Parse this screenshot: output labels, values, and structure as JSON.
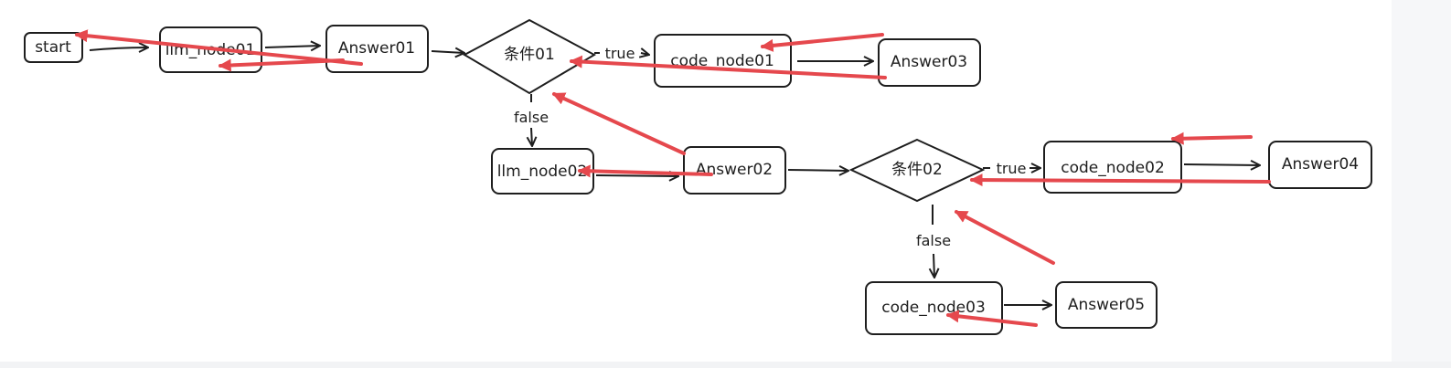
{
  "colors": {
    "stroke": "#1e1e1e",
    "annotation": "#e5484d",
    "background": "#ffffff"
  },
  "nodes": {
    "start": "start",
    "llm_node01": "llm_node01",
    "answer01": "Answer01",
    "cond01": "条件01",
    "code_node01": "code_node01",
    "answer03": "Answer03",
    "llm_node02": "llm_node02",
    "answer02": "Answer02",
    "cond02": "条件02",
    "code_node02": "code_node02",
    "answer04": "Answer04",
    "code_node03": "code_node03",
    "answer05": "Answer05"
  },
  "edge_labels": {
    "c1_true": "true",
    "c1_false": "false",
    "c2_true": "true",
    "c2_false": "false"
  }
}
